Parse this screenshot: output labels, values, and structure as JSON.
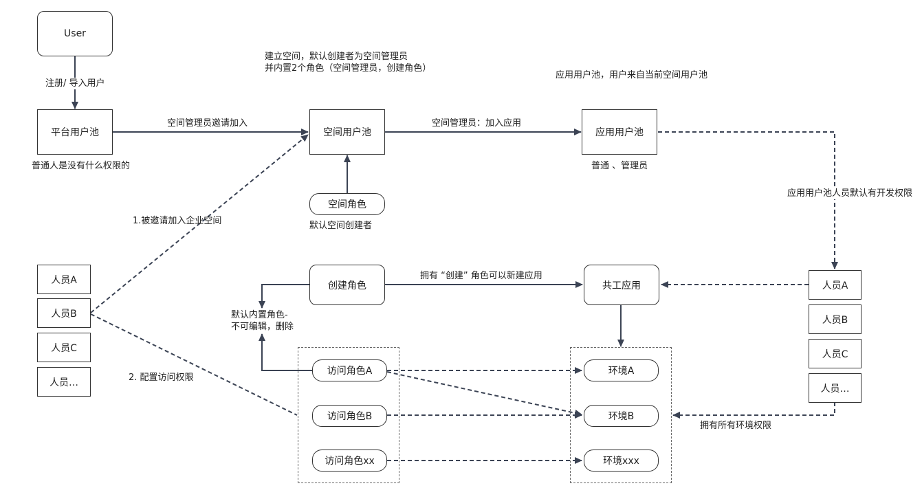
{
  "nodes": {
    "user": "User",
    "platform_pool": "平台用户池",
    "space_pool": "空间用户池",
    "app_pool": "应用用户池",
    "space_role": "空间角色",
    "create_role": "创建角色",
    "shared_app": "共工应用",
    "access_role_a": "访问角色A",
    "access_role_b": "访问角色B",
    "access_role_xx": "访问角色xx",
    "env_a": "环境A",
    "env_b": "环境B",
    "env_xxx": "环境xxx",
    "left_members": [
      "人员A",
      "人员B",
      "人员C",
      "人员…"
    ],
    "right_members": [
      "人员A",
      "人员B",
      "人员C",
      "人员…"
    ]
  },
  "labels": {
    "register_import": "注册/ 导入用户",
    "ordinary_no_permission": "普通人是没有什么权限的",
    "invite_join": "空间管理员邀请加入",
    "create_space_note": "建立空间，默认创建者为空间管理员\n并内置2个角色（空间管理员，创建角色）",
    "admin_join_app": "空间管理员：加入应用",
    "app_pool_note": "应用用户池，用户来自当前空间用户池",
    "app_pool_roles": "普通 、管理员",
    "app_pool_dev": "应用用户池人员默认有开发权限",
    "default_space_creator": "默认空间创建者",
    "invited_join_enterprise": "1.被邀请加入企业空间",
    "create_role_can_create": "拥有 “创建” 角色可以新建应用",
    "builtin_role_note": "默认内置角色-\n不可编辑，删除",
    "config_access": "2. 配置访问权限",
    "all_env_permission": "拥有所有环境权限"
  }
}
